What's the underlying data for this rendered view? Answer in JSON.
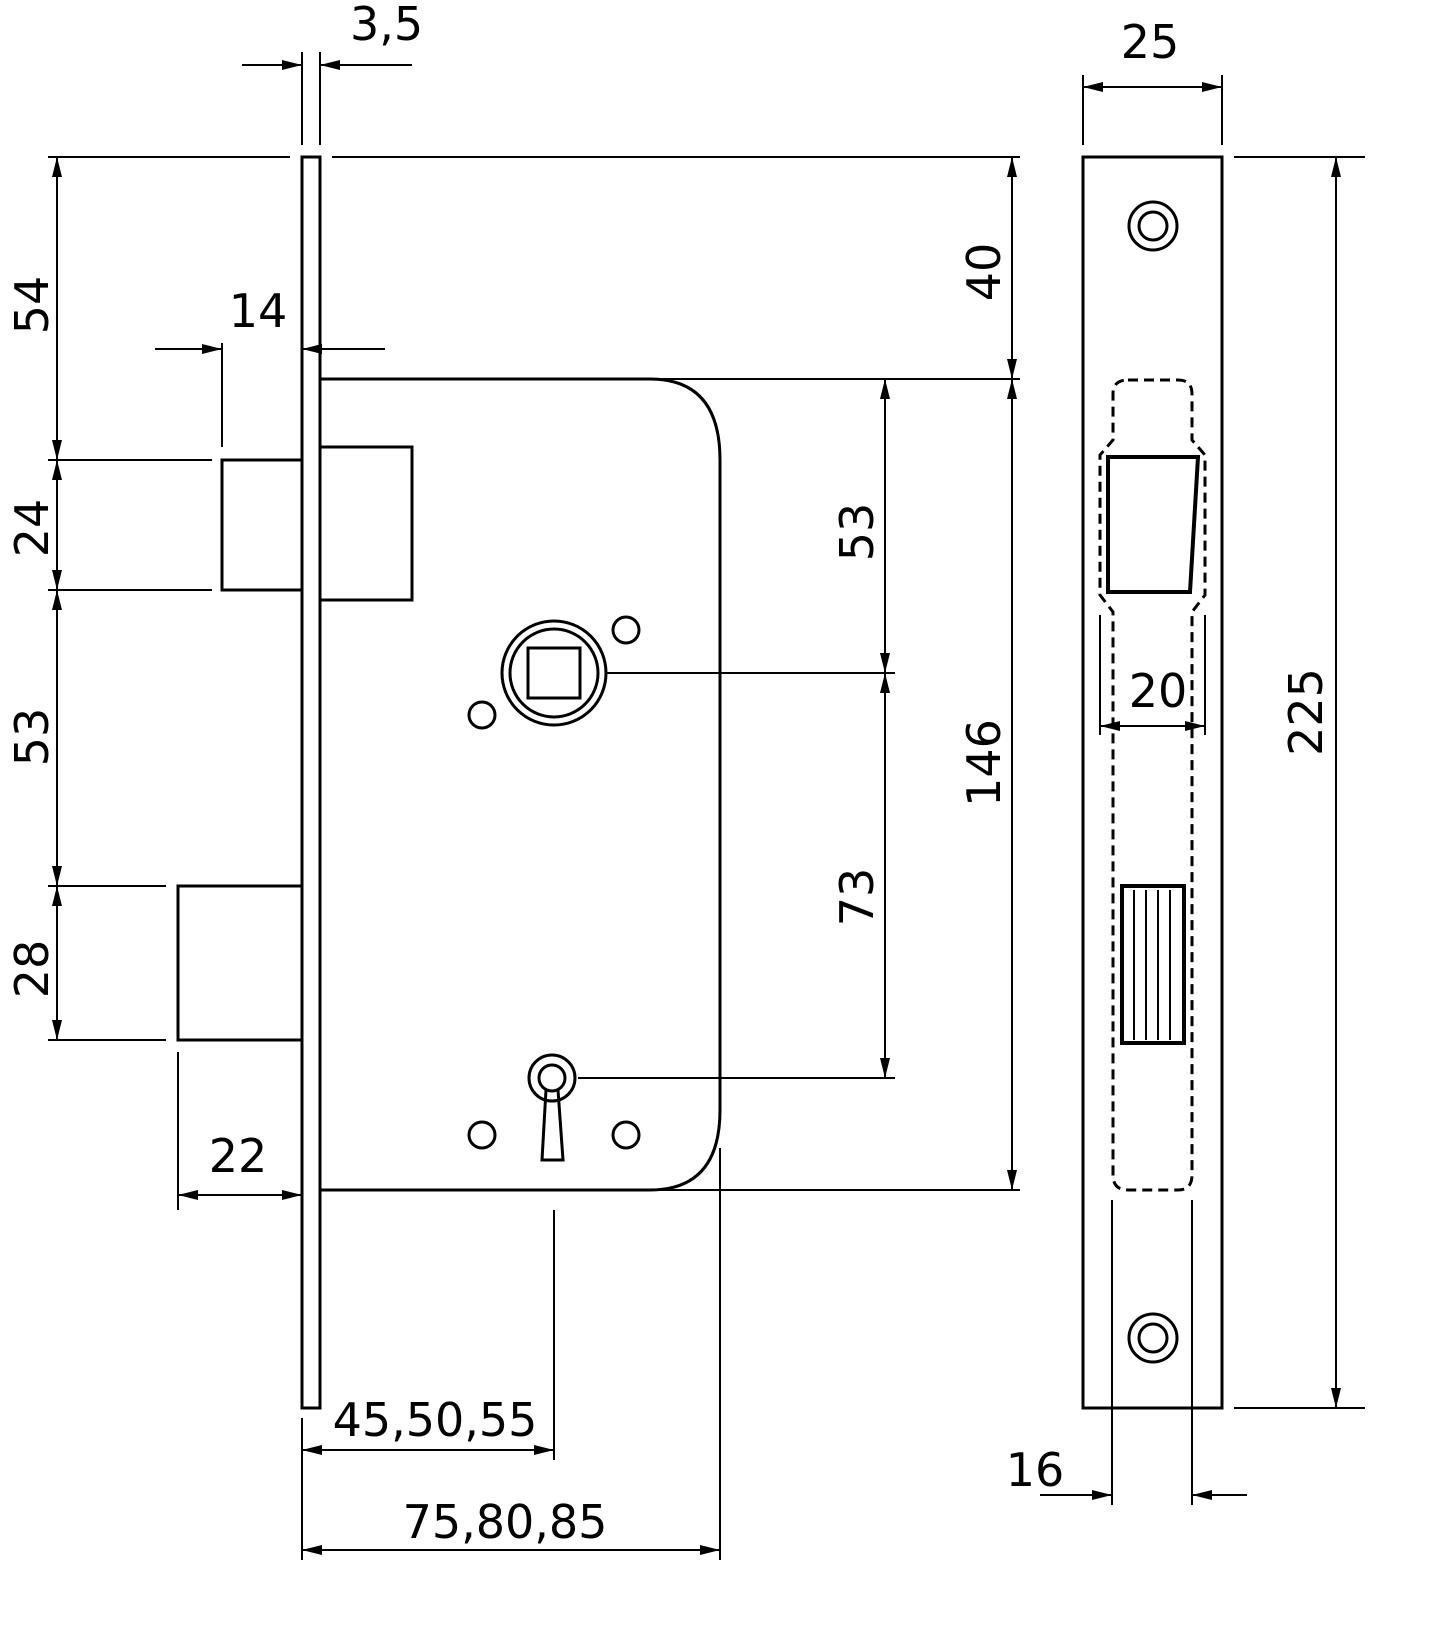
{
  "side_view": {
    "dims": {
      "faceplate_thickness": "3,5",
      "top_to_latch": "54",
      "latch_projection": "14",
      "top_to_case": "40",
      "latch_height": "24",
      "latch_to_deadbolt": "53",
      "spindle_from_top": "53",
      "case_height": "146",
      "spindle_to_keyhole": "73",
      "deadbolt_height": "28",
      "deadbolt_projection": "22",
      "backset": "45,50,55",
      "case_depth": "75,80,85"
    }
  },
  "front_view": {
    "dims": {
      "faceplate_width": "25",
      "faceplate_length": "225",
      "latch_width": "20",
      "deadbolt_width": "16"
    }
  }
}
